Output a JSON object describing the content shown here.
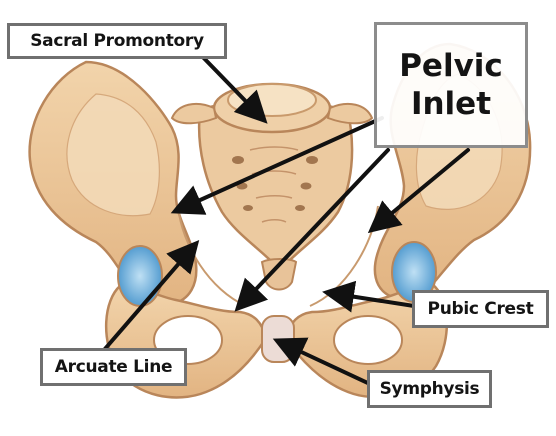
{
  "labels": {
    "sacral_promontory": "Sacral Promontory",
    "pelvic_inlet_line1": "Pelvic",
    "pelvic_inlet_line2": "Inlet",
    "arcuate_line": "Arcuate Line",
    "symphysis": "Symphysis",
    "pubic_crest": "Pubic Crest"
  },
  "colors": {
    "bone_fill": "#e9c193",
    "bone_light": "#f3d8b4",
    "bone_outline": "#b9865a",
    "bone_shadow": "#c99a6c",
    "foramen_blue": "#5ea8d8",
    "cartilage": "#ecdcd6",
    "arrow": "#111111",
    "box_border": "#707070"
  }
}
